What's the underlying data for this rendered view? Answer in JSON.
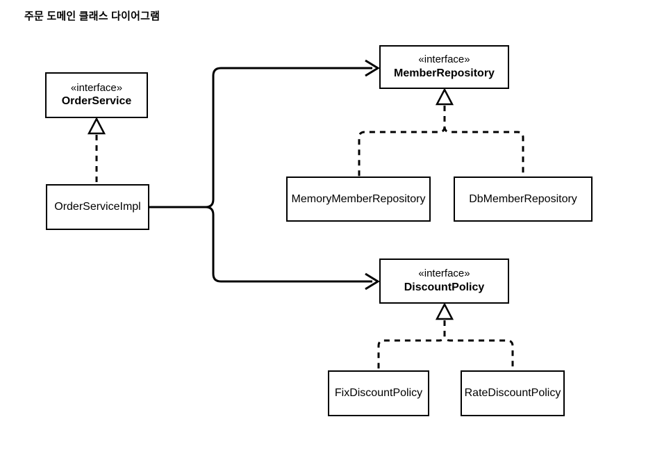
{
  "title": "주문 도메인 클래스 다이어그램",
  "colors": {
    "background": "#ffffff",
    "line": "#000000",
    "box_fill": "#ffffff",
    "text": "#000000"
  },
  "classes": [
    {
      "id": "order-service",
      "kind": "interface",
      "stereotype": "«interface»",
      "name": "OrderService"
    },
    {
      "id": "order-service-impl",
      "kind": "class",
      "stereotype": "",
      "name": "OrderServiceImpl"
    },
    {
      "id": "member-repository",
      "kind": "interface",
      "stereotype": "«interface»",
      "name": "MemberRepository"
    },
    {
      "id": "memory-member-repository",
      "kind": "class",
      "stereotype": "",
      "name": "MemoryMemberRepository"
    },
    {
      "id": "db-member-repository",
      "kind": "class",
      "stereotype": "",
      "name": "DbMemberRepository"
    },
    {
      "id": "discount-policy",
      "kind": "interface",
      "stereotype": "«interface»",
      "name": "DiscountPolicy"
    },
    {
      "id": "fix-discount-policy",
      "kind": "class",
      "stereotype": "",
      "name": "FixDiscountPolicy"
    },
    {
      "id": "rate-discount-policy",
      "kind": "class",
      "stereotype": "",
      "name": "RateDiscountPolicy"
    }
  ],
  "relationships": [
    {
      "type": "realization",
      "from": "OrderServiceImpl",
      "to": "OrderService",
      "line": "dashed",
      "arrowhead": "hollow-triangle"
    },
    {
      "type": "dependency",
      "from": "OrderServiceImpl",
      "to": "MemberRepository",
      "line": "solid",
      "arrowhead": "open"
    },
    {
      "type": "dependency",
      "from": "OrderServiceImpl",
      "to": "DiscountPolicy",
      "line": "solid",
      "arrowhead": "open"
    },
    {
      "type": "realization",
      "from": "MemoryMemberRepository",
      "to": "MemberRepository",
      "line": "dashed",
      "arrowhead": "hollow-triangle"
    },
    {
      "type": "realization",
      "from": "DbMemberRepository",
      "to": "MemberRepository",
      "line": "dashed",
      "arrowhead": "hollow-triangle"
    },
    {
      "type": "realization",
      "from": "FixDiscountPolicy",
      "to": "DiscountPolicy",
      "line": "dashed",
      "arrowhead": "hollow-triangle"
    },
    {
      "type": "realization",
      "from": "RateDiscountPolicy",
      "to": "DiscountPolicy",
      "line": "dashed",
      "arrowhead": "hollow-triangle"
    }
  ]
}
